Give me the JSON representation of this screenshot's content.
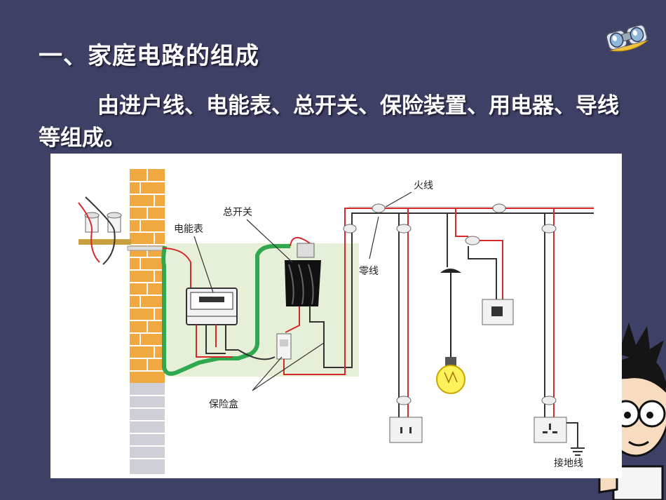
{
  "slide": {
    "title": "一、家庭电路的组成",
    "body": "由进户线、电能表、总开关、保险装置、用电器、导线等组成。"
  },
  "diagram_labels": {
    "live_wire": "火线",
    "main_switch": "总开关",
    "meter": "电能表",
    "neutral_wire": "零线",
    "fuse_box": "保险盒",
    "ground_wire": "接地线"
  },
  "icons": [
    "binoculars-icon",
    "cartoon-character"
  ],
  "colors": {
    "background": "#3f4066",
    "live": "#d42a2a",
    "neutral": "#333333",
    "ground": "#2fa84f",
    "panel": "#e6f0d8",
    "wall": "#f0a840"
  }
}
